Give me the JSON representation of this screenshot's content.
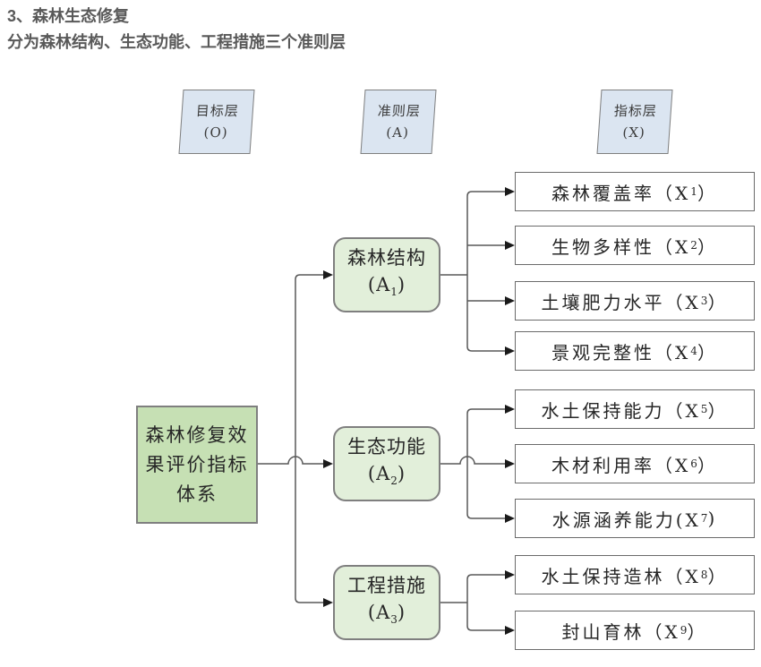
{
  "title": {
    "line1": "3、森林生态修复",
    "line2": "分为森林结构、生态功能、工程措施三个准则层"
  },
  "headers": [
    {
      "label": "目标层",
      "code": "(O)"
    },
    {
      "label": "准则层",
      "code": "(A)"
    },
    {
      "label": "指标层",
      "code": "(X)"
    }
  ],
  "root": {
    "line1": "森林修复效",
    "line2": "果评价指标",
    "line3": "体系"
  },
  "criteria": [
    {
      "label": "森林结构",
      "id_prefix": "(A",
      "id_sub": "1",
      "id_suffix": ")"
    },
    {
      "label": "生态功能",
      "id_prefix": "(A",
      "id_sub": "2",
      "id_suffix": ")"
    },
    {
      "label": "工程措施",
      "id_prefix": "(A",
      "id_sub": "3",
      "id_suffix": ")"
    }
  ],
  "indicators": [
    {
      "prefix": "森林覆盖率（X",
      "sub": "1",
      "suffix": "）"
    },
    {
      "prefix": "生物多样性（X",
      "sub": "2",
      "suffix": "）"
    },
    {
      "prefix": "土壤肥力水平（X",
      "sub": "3",
      "suffix": "）"
    },
    {
      "prefix": "景观完整性（X",
      "sub": "4",
      "suffix": "）"
    },
    {
      "prefix": "水土保持能力（X",
      "sub": "5",
      "suffix": "）"
    },
    {
      "prefix": "木材利用率（X",
      "sub": "6",
      "suffix": "）"
    },
    {
      "prefix": "水源涵养能力(X",
      "sub": "7",
      "suffix": ")"
    },
    {
      "prefix": "水土保持造林（X",
      "sub": "8",
      "suffix": "）"
    },
    {
      "prefix": "封山育林（X",
      "sub": "9",
      "suffix": "）"
    }
  ],
  "colors": {
    "header_fill": "#dbe5f1",
    "root_fill": "#c6e0b4",
    "criterion_fill": "#e2efda",
    "indicator_fill": "#ffffff",
    "line": "#595959",
    "arrow": "#1a1a1a",
    "title_color": "#595959"
  }
}
